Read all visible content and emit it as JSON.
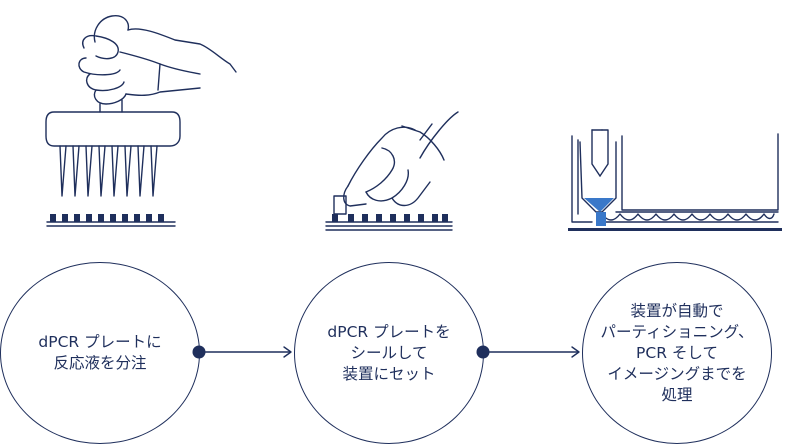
{
  "colors": {
    "line": "#1f2f5c",
    "liquid": "#3a78c9"
  },
  "steps": [
    {
      "lines": [
        "dPCR プレートに",
        "反応液を分注"
      ]
    },
    {
      "lines": [
        "dPCR プレートを",
        "シールして",
        "装置にセット"
      ]
    },
    {
      "lines": [
        "装置が自動で",
        "パーティショニング、",
        "PCR そして",
        "イメージングまでを",
        "処理"
      ]
    }
  ],
  "icons": [
    "multichannel-pipette-icon",
    "plate-sealing-icon",
    "partitioning-instrument-icon"
  ]
}
